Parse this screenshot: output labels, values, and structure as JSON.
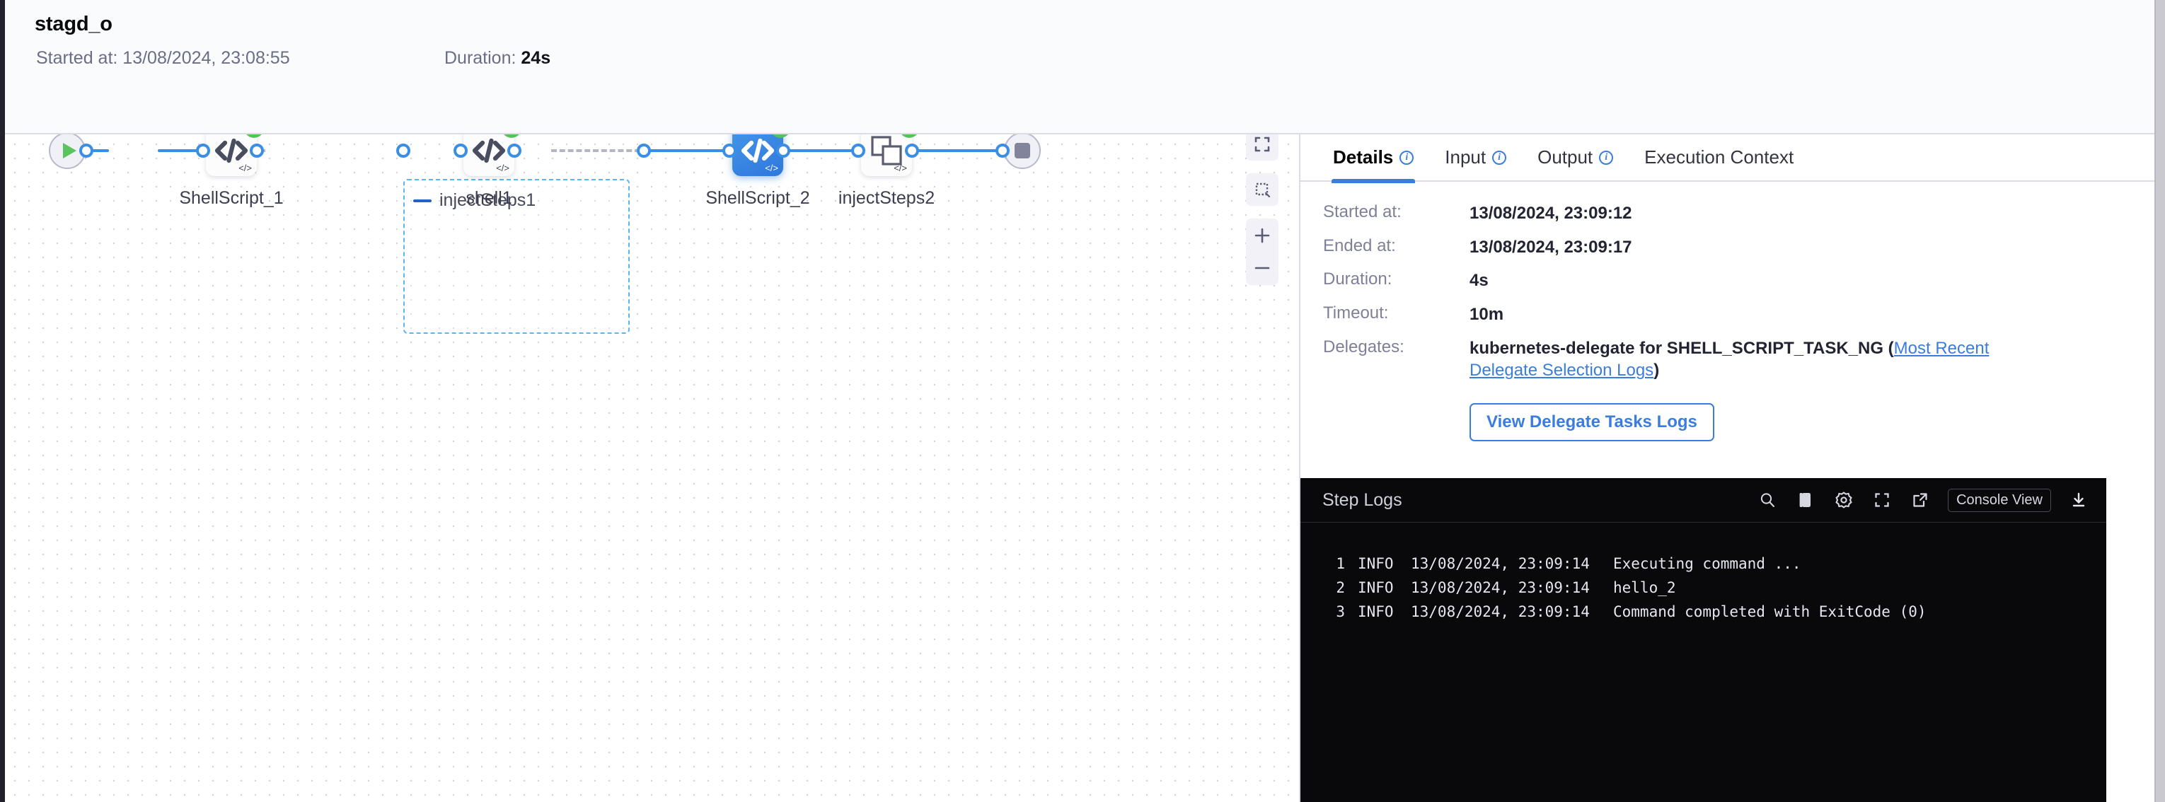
{
  "header": {
    "title": "stagd_o",
    "started_label": "Started at:",
    "started_value": "13/08/2024, 23:08:55",
    "started_full": "Started at: 13/08/2024, 23:08:55",
    "duration_label": "Duration:",
    "duration_value": "24s"
  },
  "canvas": {
    "group": {
      "name": "injectSteps1",
      "collapse_icon": "minus-icon"
    },
    "start_node": {
      "name": "start-node",
      "icon": "play-icon"
    },
    "end_node": {
      "name": "end-node",
      "icon": "stop-icon"
    },
    "nodes": [
      {
        "label": "ShellScript_1",
        "icon": "code-icon",
        "status": "success",
        "selected": false
      },
      {
        "label": "shell1",
        "icon": "code-icon",
        "status": "success",
        "selected": false
      },
      {
        "label": "ShellScript_2",
        "icon": "code-icon",
        "status": "success",
        "selected": true
      },
      {
        "label": "injectSteps2",
        "icon": "copy-squares-icon",
        "status": "success",
        "selected": false
      }
    ],
    "controls": [
      {
        "name": "fit-to-screen-button",
        "icon": "fullscreen-icon"
      },
      {
        "name": "selection-box-button",
        "icon": "dashed-square-icon"
      },
      {
        "name": "zoom-in-button",
        "icon": "plus-icon"
      },
      {
        "name": "zoom-out-button",
        "icon": "minus-icon"
      }
    ]
  },
  "panel": {
    "tabs": [
      {
        "label": "Details",
        "info": true,
        "active": true
      },
      {
        "label": "Input",
        "info": true,
        "active": false
      },
      {
        "label": "Output",
        "info": true,
        "active": false
      },
      {
        "label": "Execution Context",
        "info": false,
        "active": false
      }
    ],
    "details": {
      "started_label": "Started at:",
      "started_value": "13/08/2024, 23:09:12",
      "ended_label": "Ended at:",
      "ended_value": "13/08/2024, 23:09:17",
      "duration_label": "Duration:",
      "duration_value": "4s",
      "timeout_label": "Timeout:",
      "timeout_value": "10m",
      "delegates_label": "Delegates:",
      "delegates_value": "kubernetes-delegate for SHELL_SCRIPT_TASK_NG (",
      "delegates_link": "Most Recent Delegate Selection Logs",
      "delegates_value_end": ")",
      "view_logs_button": "View Delegate Tasks Logs"
    },
    "logs": {
      "title": "Step Logs",
      "console_view_button": "Console View",
      "tools": [
        {
          "name": "search-icon"
        },
        {
          "name": "copy-icon"
        },
        {
          "name": "gear-icon"
        },
        {
          "name": "fullscreen-icon"
        },
        {
          "name": "external-link-icon"
        }
      ],
      "download_icon": "download-icon",
      "lines": [
        {
          "n": "1",
          "level": "INFO",
          "ts": "13/08/2024, 23:09:14",
          "msg": "Executing command ..."
        },
        {
          "n": "2",
          "level": "INFO",
          "ts": "13/08/2024, 23:09:14",
          "msg": "hello_2"
        },
        {
          "n": "3",
          "level": "INFO",
          "ts": "13/08/2024, 23:09:14",
          "msg": "Command completed with ExitCode (0)"
        }
      ]
    }
  },
  "colors": {
    "accent_blue": "#3b7ddd",
    "edge_blue": "#3b8ee6",
    "success_green": "#55c35a",
    "group_border": "#5bb6ef",
    "log_bg": "#09090b"
  }
}
